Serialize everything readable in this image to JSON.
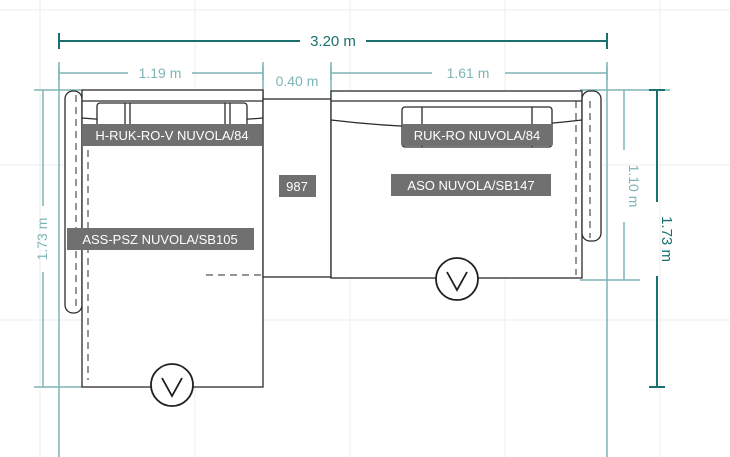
{
  "dimensions": {
    "total_width": "3.20 m",
    "left_width": "1.19 m",
    "middle_width": "0.40 m",
    "right_width": "1.61 m",
    "left_height": "1.73 m",
    "inner_height": "1.10 m",
    "right_height": "1.73 m"
  },
  "labels": {
    "left_back": "H-RUK-RO-V NUVOLA/84",
    "left_seat": "ASS-PSZ NUVOLA/SB105",
    "middle": "987",
    "right_back": "RUK-RO NUVOLA/84",
    "right_seat": "ASO NUVOLA/SB147"
  },
  "colors": {
    "main_dimension": "#1a6f6f",
    "sub_dimension": "#7fb4b4",
    "label_background": "#707070"
  }
}
